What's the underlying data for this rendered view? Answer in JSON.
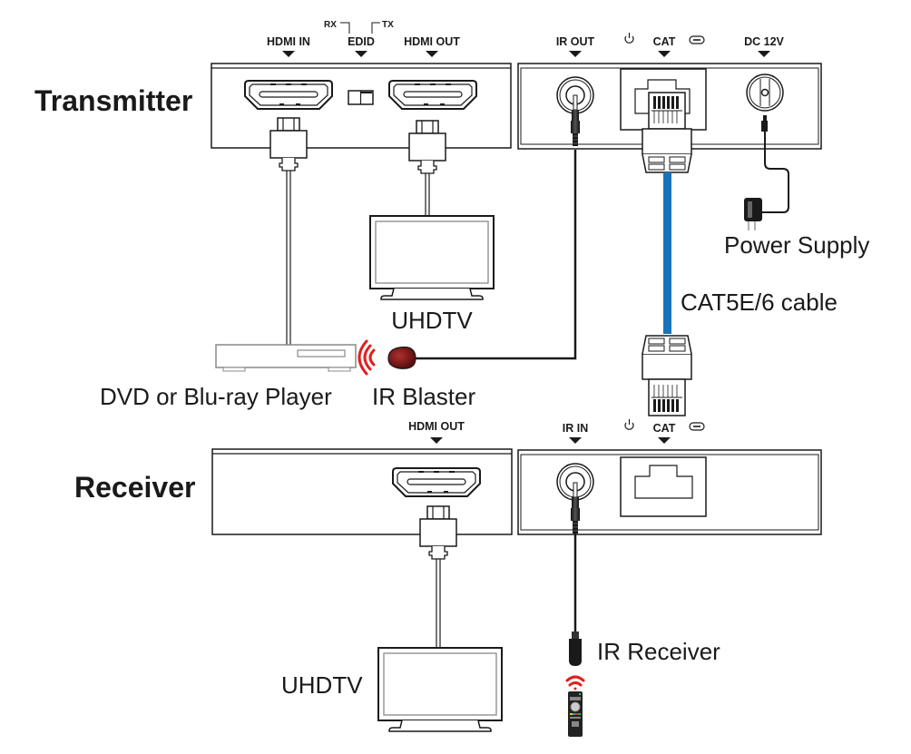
{
  "transmitter": {
    "title": "Transmitter",
    "front_labels": {
      "hdmi_in": "HDMI IN",
      "edid": "EDID",
      "edid_rx": "RX",
      "edid_tx": "TX",
      "hdmi_out": "HDMI OUT"
    },
    "rear_labels": {
      "ir_out": "IR OUT",
      "cat": "CAT",
      "dc": "DC 12V"
    }
  },
  "receiver": {
    "title": "Receiver",
    "front_labels": {
      "hdmi_out": "HDMI OUT"
    },
    "rear_labels": {
      "ir_in": "IR IN",
      "cat": "CAT"
    }
  },
  "devices": {
    "source": "DVD or Blu-ray Player",
    "ir_blaster": "IR Blaster",
    "tx_display": "UHDTV",
    "rx_display": "UHDTV",
    "power_supply": "Power Supply",
    "cable": "CAT5E/6 cable",
    "ir_receiver": "IR Receiver"
  },
  "icons": {
    "power": "power-icon",
    "link": "link-icon"
  },
  "colors": {
    "cat_cable": "#1a73b8",
    "ir_signal": "#e02020",
    "ir_blaster_body": "#7a1414",
    "line": "#1a1a1a"
  }
}
